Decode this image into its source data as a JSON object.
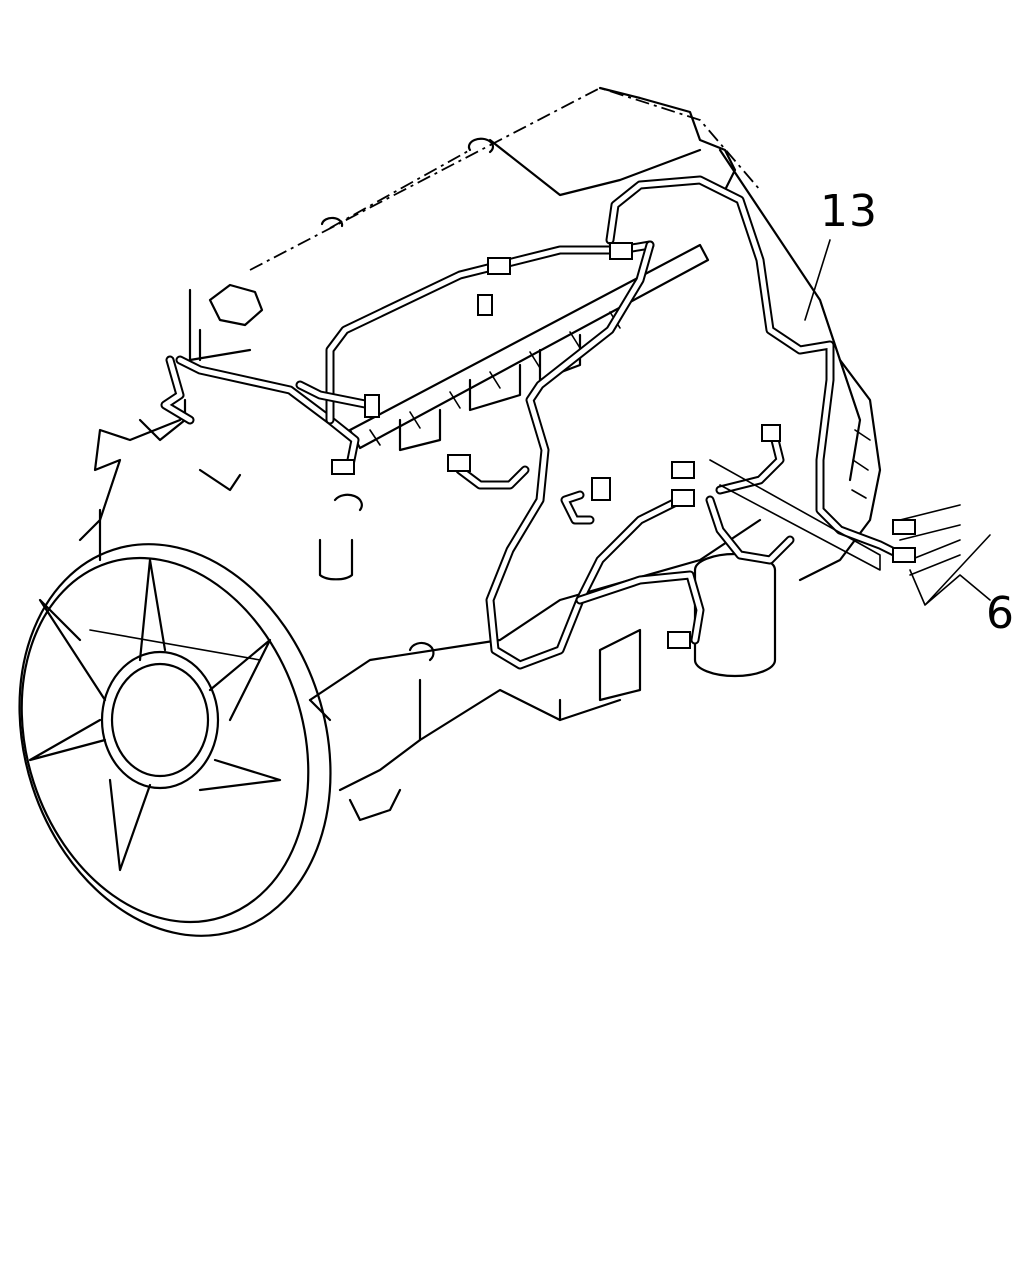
{
  "callouts": [
    {
      "id": "13",
      "text": "13"
    },
    {
      "id": "6",
      "text": "6"
    }
  ]
}
